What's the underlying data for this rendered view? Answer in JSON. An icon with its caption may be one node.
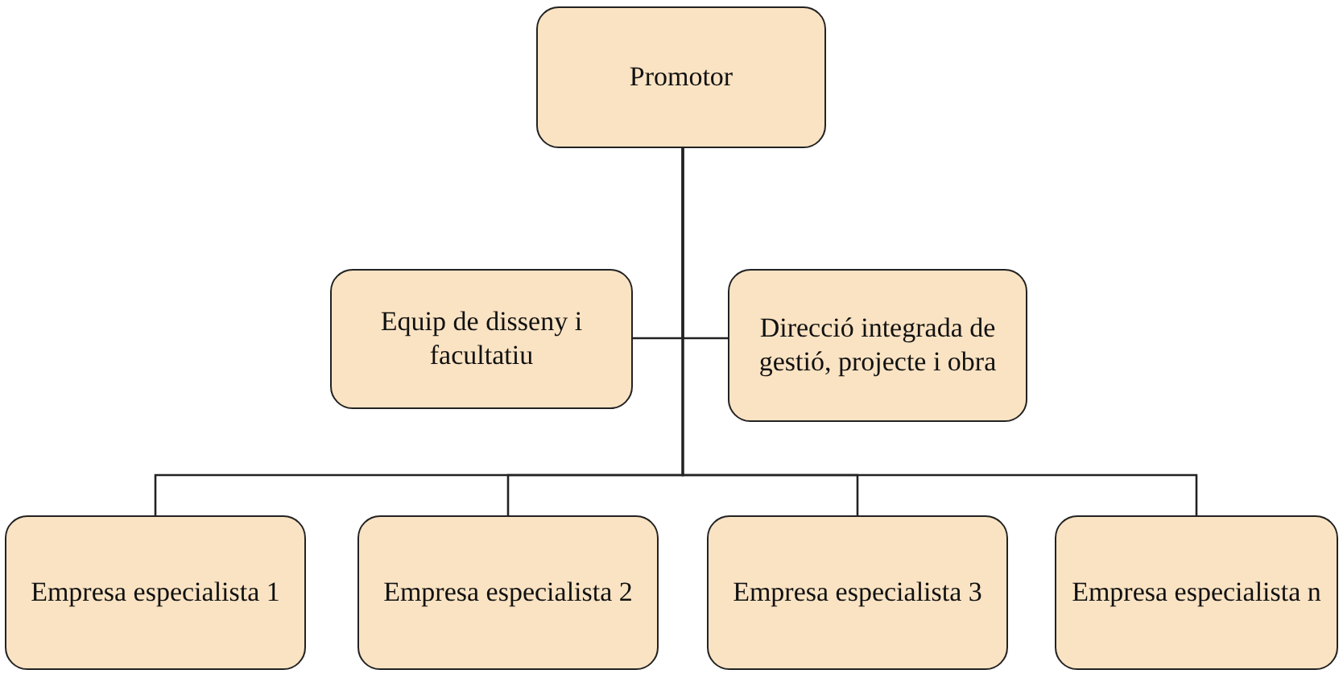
{
  "diagram": {
    "nodes": [
      {
        "text": [
          "Promotor"
        ]
      },
      {
        "text": [
          "Equip de disseny i facultatiu"
        ]
      },
      {
        "text": [
          "Direcció integrada de gestió, projecte i obra"
        ]
      },
      {
        "text": [
          "Empresa especialista 1"
        ]
      },
      {
        "text": [
          "Empresa especialista 2"
        ]
      },
      {
        "text": [
          "Empresa especialista 3"
        ]
      },
      {
        "text": [
          "Empresa especialista n"
        ]
      }
    ],
    "edges": [
      {
        "from": 0,
        "to": 1,
        "arrow": "none"
      },
      {
        "from": 0,
        "to": 2,
        "arrow": "none"
      },
      {
        "from": 0,
        "to": 3,
        "arrow": "none"
      },
      {
        "from": 0,
        "to": 4,
        "arrow": "none"
      },
      {
        "from": 0,
        "to": 5,
        "arrow": "none"
      },
      {
        "from": 0,
        "to": 6,
        "arrow": "none"
      }
    ]
  }
}
